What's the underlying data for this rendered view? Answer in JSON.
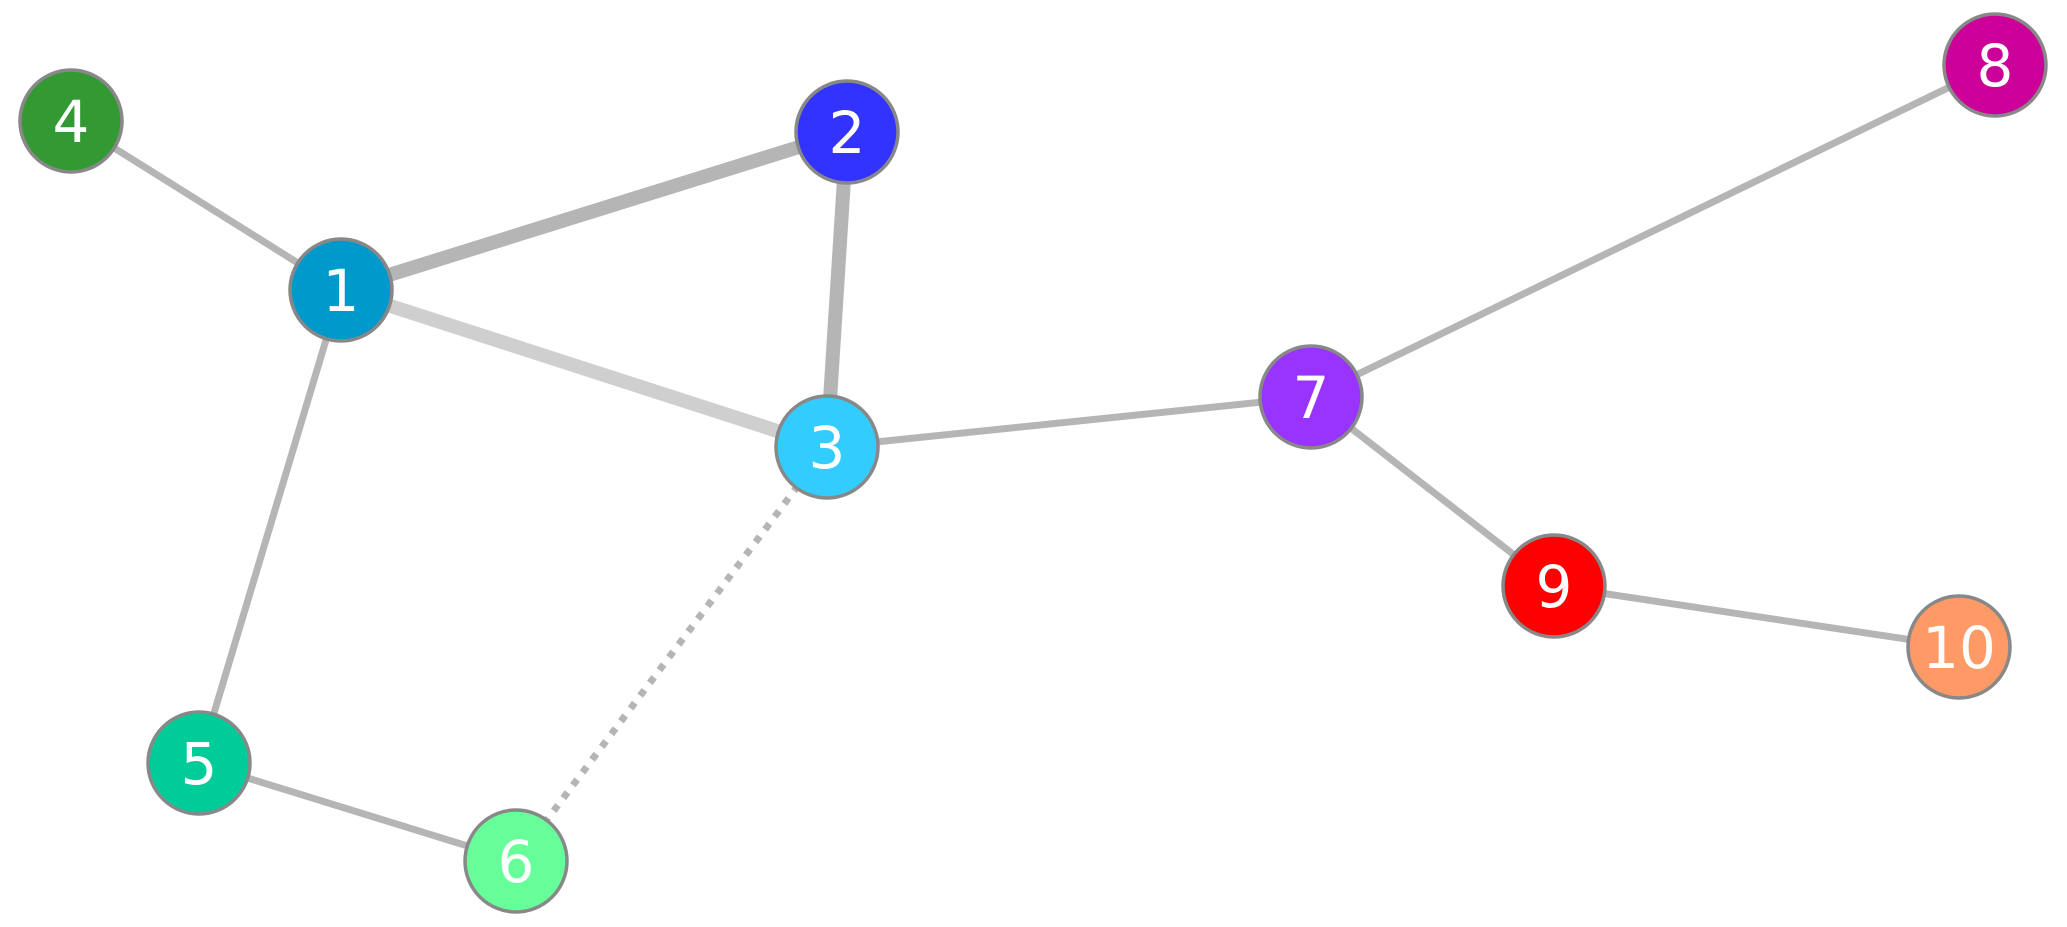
{
  "graph": {
    "nodes": [
      {
        "id": "1",
        "label": "1",
        "color": "#0099cc"
      },
      {
        "id": "2",
        "label": "2",
        "color": "#3333ff"
      },
      {
        "id": "3",
        "label": "3",
        "color": "#33ccff"
      },
      {
        "id": "4",
        "label": "4",
        "color": "#339933"
      },
      {
        "id": "5",
        "label": "5",
        "color": "#00cc99"
      },
      {
        "id": "6",
        "label": "6",
        "color": "#66ff99"
      },
      {
        "id": "7",
        "label": "7",
        "color": "#9933ff"
      },
      {
        "id": "8",
        "label": "8",
        "color": "#cc0099"
      },
      {
        "id": "9",
        "label": "9",
        "color": "#ff0000"
      },
      {
        "id": "10",
        "label": "10",
        "color": "#ff9966"
      }
    ],
    "edges": [
      {
        "from": "1",
        "to": "2",
        "weight": "heavy",
        "style": "solid",
        "color": "#b5b5b5"
      },
      {
        "from": "2",
        "to": "3",
        "weight": "heavy",
        "style": "solid",
        "color": "#b5b5b5"
      },
      {
        "from": "1",
        "to": "3",
        "weight": "heavy",
        "style": "solid",
        "color": "#d0cfd0"
      },
      {
        "from": "1",
        "to": "4",
        "weight": "normal",
        "style": "solid",
        "color": "#b5b5b5"
      },
      {
        "from": "1",
        "to": "5",
        "weight": "normal",
        "style": "solid",
        "color": "#b5b5b5"
      },
      {
        "from": "5",
        "to": "6",
        "weight": "normal",
        "style": "solid",
        "color": "#b5b5b5"
      },
      {
        "from": "3",
        "to": "6",
        "weight": "normal",
        "style": "dotted",
        "color": "#b5b5b5"
      },
      {
        "from": "3",
        "to": "7",
        "weight": "normal",
        "style": "solid",
        "color": "#b5b5b5"
      },
      {
        "from": "7",
        "to": "8",
        "weight": "normal",
        "style": "solid",
        "color": "#b5b5b5"
      },
      {
        "from": "7",
        "to": "9",
        "weight": "normal",
        "style": "solid",
        "color": "#b5b5b5"
      },
      {
        "from": "9",
        "to": "10",
        "weight": "normal",
        "style": "solid",
        "color": "#b5b5b5"
      }
    ]
  }
}
